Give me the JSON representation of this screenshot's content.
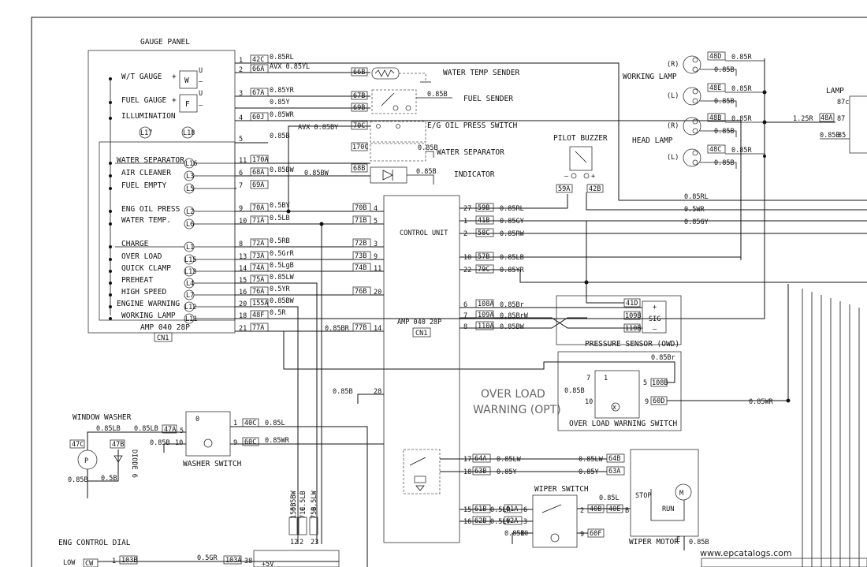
{
  "labels": {
    "gauge_panel": "GAUGE PANEL",
    "wt_gauge": "W/T GAUGE",
    "fuel_gauge": "FUEL GAUGE",
    "illumination": "ILLUMINATION",
    "water_separator": "WATER SEPARATOR",
    "air_cleaner": "AIR CLEANER",
    "fuel_empty": "FUEL EMPTY",
    "eng_oil_press": "ENG OIL PRESS",
    "water_temp": "WATER TEMP.",
    "charge": "CHARGE",
    "over_load": "OVER LOAD",
    "quick_clamp": "QUICK CLAMP",
    "preheat": "PREHEAT",
    "high_speed": "HIGH SPEED",
    "engine_warning": "ENGINE WARNING",
    "working_lamp_ind": "WORKING LAMP",
    "amp_040": "AMP 040 28P",
    "cn1": "CN1",
    "water_temp_sender": "WATER TEMP SENDER",
    "fuel_sender": "FUEL SENDER",
    "eg_oil_press_switch": "E/G OIL PRESS SWITCH",
    "water_separator_sw": "WATER SEPARATOR",
    "indicator": "INDICATOR",
    "control_unit": "CONTROL UNIT",
    "pilot_buzzer": "PILOT BUZZER",
    "working_lamp": "WORKING LAMP",
    "head_lamp": "HEAD LAMP",
    "lamp": "LAMP",
    "pressure_sensor": "PRESSURE SENSOR (OWD)",
    "over_load_warning_1": "OVER LOAD",
    "over_load_warning_2": "WARNING (OPT)",
    "over_load_warning_switch": "OVER LOAD WARNING SWITCH",
    "window_washer": "WINDOW WASHER",
    "washer_switch": "WASHER SWITCH",
    "diode": "DIODE 6",
    "wiper_switch": "WIPER SWITCH",
    "wiper_motor": "WIPER MOTOR",
    "stop": "STOP",
    "run": "RUN",
    "sig": "SIG",
    "eng_control_dial": "ENG CONTROL DIAL",
    "low": "LOW",
    "plus5v": "+5V",
    "watermark": "www.epcatalogs.com"
  },
  "gauge_pins": [
    {
      "pin": "1",
      "code": "42C",
      "wire": "0.85RL"
    },
    {
      "pin": "2",
      "code": "66A",
      "wire": "AVX 0.85YL"
    },
    {
      "pin": "3",
      "code": "67A",
      "wire": "0.85YR"
    },
    {
      "pin": "",
      "code": "",
      "wire": "0.85Y"
    },
    {
      "pin": "4",
      "code": "60J",
      "wire": "0.85WR"
    },
    {
      "pin": "5",
      "code": "",
      "wire": "0.85B"
    },
    {
      "pin": "11",
      "code": "170A",
      "wire": ""
    },
    {
      "pin": "6",
      "code": "68A",
      "wire": "0.85BW"
    },
    {
      "pin": "7",
      "code": "69A",
      "wire": ""
    },
    {
      "pin": "9",
      "code": "70A",
      "wire": "0.5BY"
    },
    {
      "pin": "10",
      "code": "71A",
      "wire": "0.5LB"
    },
    {
      "pin": "8",
      "code": "72A",
      "wire": "0.5RB"
    },
    {
      "pin": "13",
      "code": "73A",
      "wire": "0.5GrR"
    },
    {
      "pin": "14",
      "code": "74A",
      "wire": "0.5LgB"
    },
    {
      "pin": "15",
      "code": "75A",
      "wire": "0.85LW"
    },
    {
      "pin": "16",
      "code": "76A",
      "wire": "0.5YR"
    },
    {
      "pin": "20",
      "code": "155A",
      "wire": "0.85BW"
    },
    {
      "pin": "18",
      "code": "48F",
      "wire": "0.5R"
    },
    {
      "pin": "21",
      "code": "77A",
      "wire": ""
    }
  ],
  "sender_codes": {
    "c66b": "66B",
    "c67b": "67B",
    "c69b": "69B",
    "c70c": "70C",
    "c170c": "170C",
    "c68b": "68B",
    "w085b": "0.85B",
    "avx": "AVX 0.85BY"
  },
  "cu_left": [
    {
      "code": "70B",
      "pin": "4"
    },
    {
      "code": "71B",
      "pin": "5"
    },
    {
      "code": "72B",
      "pin": "3"
    },
    {
      "code": "73B",
      "pin": "9"
    },
    {
      "code": "74B",
      "pin": "11"
    },
    {
      "code": "76B",
      "pin": "20"
    },
    {
      "code": "77B",
      "pin": "14",
      "wire": "0.85BR"
    },
    {
      "code": "",
      "pin": "28",
      "wire": "0.85B"
    }
  ],
  "cu_right": [
    {
      "pin": "27",
      "code": "59B",
      "wire": "0.85RL"
    },
    {
      "pin": "1",
      "code": "41B",
      "wire": "0.85GY"
    },
    {
      "pin": "2",
      "code": "58C",
      "wire": "0.85RW"
    },
    {
      "pin": "10",
      "code": "57B",
      "wire": "0.85LB"
    },
    {
      "pin": "22",
      "code": "79C",
      "wire": "0.85YR"
    },
    {
      "pin": "6",
      "code": "108A",
      "wire": "0.85Br"
    },
    {
      "pin": "7",
      "code": "109A",
      "wire": "0.85BrW"
    },
    {
      "pin": "8",
      "code": "110A",
      "wire": "0.85BW"
    }
  ],
  "buzzer_codes": {
    "a": "59A",
    "b": "42B"
  },
  "lamps": [
    {
      "side": "(R)",
      "code": "48D",
      "w1": "0.85R",
      "w2": "0.85B"
    },
    {
      "side": "(L)",
      "code": "48E",
      "w1": "0.85R",
      "w2": "0.85B"
    },
    {
      "side": "(R)",
      "code": "48B",
      "w1": "0.85R",
      "w2": "0.85B"
    },
    {
      "side": "(L)",
      "code": "48C",
      "w1": "0.85R",
      "w2": "0.85B"
    }
  ],
  "lamp_relay": {
    "code": "48A",
    "wire": "1.25R",
    "p87": "87",
    "p87c": "87c",
    "p85": "85",
    "w85": "0.85B"
  },
  "bus_wires": {
    "a": "0.85RL",
    "b": "0.5WR",
    "c": "0.85GY"
  },
  "sensor_codes": {
    "a": "41D",
    "b": "109B",
    "c": "110B",
    "plus": "+",
    "minus": "–"
  },
  "owd_switch": {
    "w_in": "0.85Br",
    "c108b": "108B",
    "c60d": "60D",
    "w_b": "0.85B",
    "w_out": "0.85WR",
    "p7": "7",
    "p1": "1",
    "p5": "5",
    "p10": "10",
    "p9": "9"
  },
  "washer": {
    "w85lb_a": "0.85LB",
    "w85lb_b": "0.85LB",
    "w85b": "0.85B",
    "w05b": "0.5B",
    "w085b2": "0.85B",
    "c47c": "47C",
    "c47a": "47A",
    "c47b": "47B",
    "c40c": "40C",
    "c60c": "60C",
    "w_l": "0.85L",
    "w_wr": "0.85WR",
    "p": "P",
    "p0": "0",
    "p5": "5",
    "p10": "10",
    "p1": "1",
    "p9": "9"
  },
  "vert_wires": [
    {
      "pin": "12",
      "code": "155B",
      "wire": "0.5BW"
    },
    {
      "pin": "2",
      "code": "71C",
      "wire": "0.5LB"
    },
    {
      "pin": "23",
      "code": "75B",
      "wire": "0.5LW"
    }
  ],
  "relay_pins": [
    {
      "pin": "17",
      "code": "64A",
      "wire": "0.85LW",
      "wire2": "0.85LW",
      "code2": "64B"
    },
    {
      "pin": "18",
      "code": "63B",
      "wire": "0.85Y",
      "wire2": "0.85Y",
      "code2": "63A"
    }
  ],
  "wiper_pins": [
    {
      "pin": "15",
      "code": "61B",
      "wire": "0.5LR",
      "code2": "61A",
      "p2": "6"
    },
    {
      "pin": "16",
      "code": "62B",
      "wire": "0.5LY",
      "code2": "62A",
      "p2": "3"
    }
  ],
  "wiper_misc": {
    "p10": "10",
    "w085b": "0.85B",
    "p2": "2",
    "c40b": "40B",
    "c40e": "40E",
    "w085l": "0.85L",
    "p9": "9",
    "c60f": "60F",
    "b": "B",
    "e": "E",
    "w085b2": "0.85B",
    "m": "M"
  },
  "dial": {
    "cw": "CW",
    "p1": "1",
    "c103b": "103B",
    "w": "0.5GR",
    "c103a": "103A",
    "p38": "38"
  }
}
